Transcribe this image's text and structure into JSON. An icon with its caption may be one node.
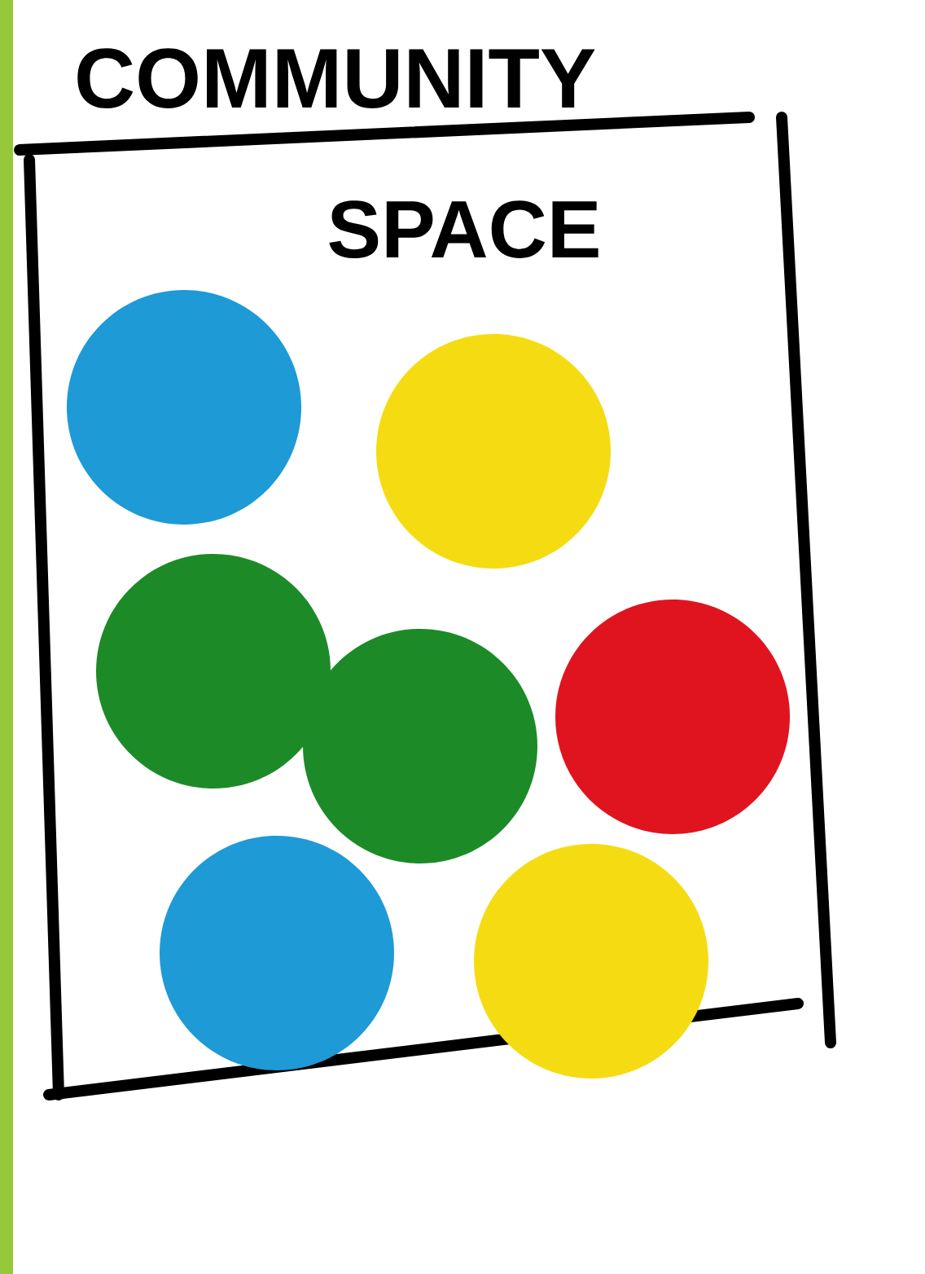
{
  "diagram": {
    "title": "COMMUNITY",
    "nodes": [
      {
        "text": [
          "SPACE"
        ]
      },
      {
        "text": [],
        "shape": "circle",
        "in": 0
      },
      {
        "text": [],
        "shape": "circle",
        "in": 0
      },
      {
        "text": [],
        "shape": "circle",
        "in": 0
      },
      {
        "text": [],
        "shape": "circle",
        "in": 0
      },
      {
        "text": [],
        "shape": "circle",
        "in": 0
      },
      {
        "text": [],
        "shape": "circle",
        "in": 0
      },
      {
        "text": [],
        "shape": "circle",
        "in": 0
      }
    ]
  }
}
